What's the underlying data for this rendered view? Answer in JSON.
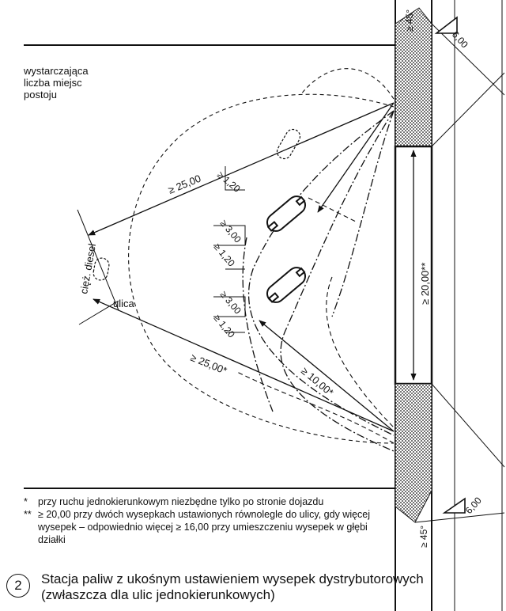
{
  "note": {
    "lines": [
      "wystarczająca",
      "liczba miejsc",
      "postoju"
    ]
  },
  "labels": {
    "angle_top": "≥ 45°",
    "angle_bottom": "≥ 45°",
    "slope_top": "6,00",
    "slope_bottom": "6,00",
    "d_upper": "≥ 25,00",
    "d_lower": "≥ 25,00*",
    "d_short": "≥ 10,00*",
    "d_lane": "≥ 20,00**",
    "gap1": "≥ 1,20",
    "gap2": "≥ 3,00",
    "gap3": "≥ 1,20",
    "gap4": "≥ 3,00",
    "gap5": "≥ 1,20",
    "diesel": "cięż. diesel",
    "street": "ulica"
  },
  "footnotes": [
    {
      "mark": "*",
      "text": "przy ruchu jednokierunkowym niezbędne tylko po stronie dojazdu"
    },
    {
      "mark": "**",
      "text": "≥ 20,00 przy dwóch wysepkach ustawionych równolegle do ulicy, gdy więcej wysepek – odpowiednio więcej ≥ 16,00 przy umieszczeniu wysepek w głębi działki"
    }
  ],
  "caption": {
    "number": "2",
    "line1": "Stacja paliw z ukośnym ustawieniem wysepek dystrybutorowych",
    "line2": "(zwłaszcza dla ulic jednokierunkowych)"
  },
  "colors": {
    "ink": "#111111",
    "paper": "#ffffff"
  }
}
